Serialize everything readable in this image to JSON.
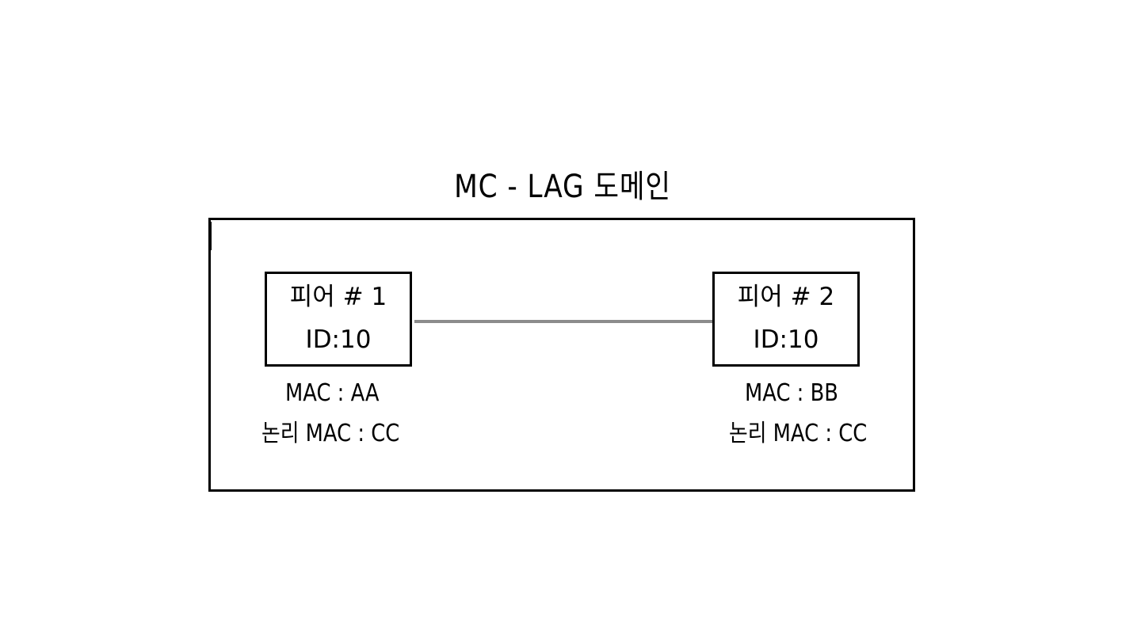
{
  "diagram": {
    "title": "MC - LAG 도메인",
    "peers": [
      {
        "name": "피어 # 1",
        "id": "ID:10",
        "mac": "MAC : AA",
        "logical_mac": "논리 MAC : CC"
      },
      {
        "name": "피어 # 2",
        "id": "ID:10",
        "mac": "MAC : BB",
        "logical_mac": "논리 MAC : CC"
      }
    ],
    "colors": {
      "outline": "#000000",
      "link": "#8c8c8c",
      "background": "#ffffff"
    }
  }
}
